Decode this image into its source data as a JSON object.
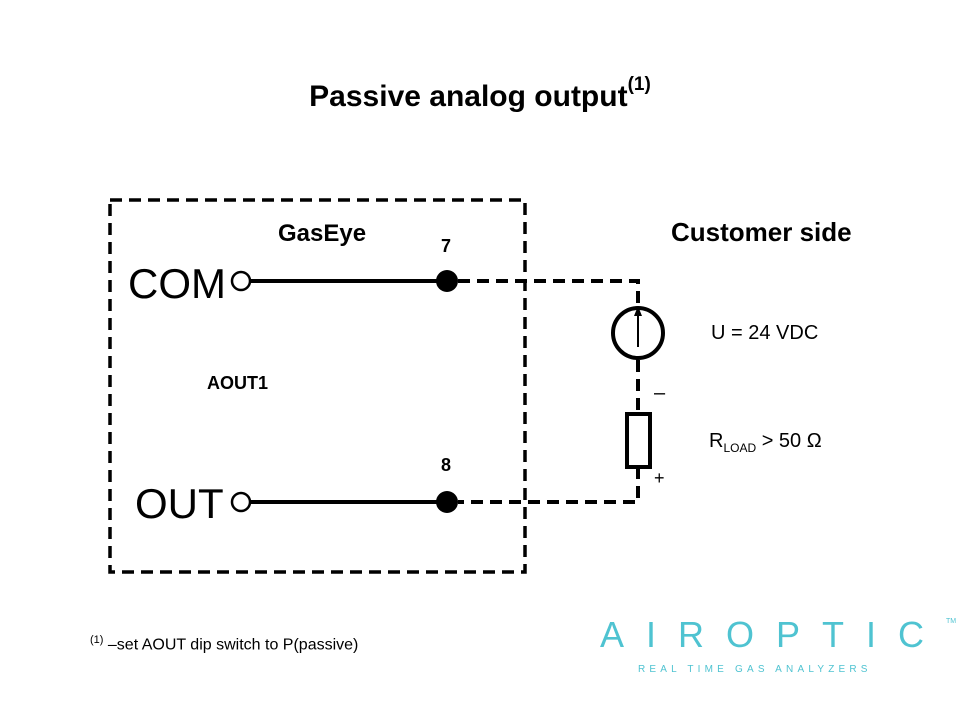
{
  "title": "Passive analog output",
  "title_footnote_mark": "(1)",
  "device": {
    "name": "GasEye",
    "channel": "AOUT1",
    "com_label": "COM",
    "out_label": "OUT",
    "pin_com": "7",
    "pin_out": "8"
  },
  "customer": {
    "label": "Customer side",
    "voltage": "U = 24 VDC",
    "rload_main": "R",
    "rload_sub": "LOAD",
    "rload_value": " > 50 Ω",
    "minus": "–",
    "plus": "+"
  },
  "footnote": {
    "mark": "(1)",
    "text": " –set AOUT dip switch to P(passive)"
  },
  "logo": {
    "brand": "AIROPTIC",
    "tm": "TM",
    "tagline": "REAL TIME GAS ANALYZERS",
    "color": "#4fc3d1"
  }
}
